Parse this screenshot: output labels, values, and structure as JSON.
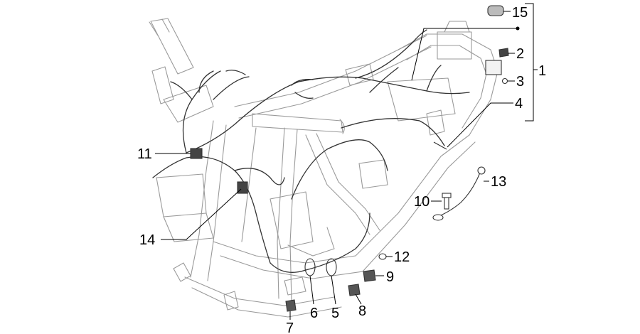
{
  "callouts": [
    {
      "id": "c1",
      "text": "1"
    },
    {
      "id": "c2",
      "text": "2"
    },
    {
      "id": "c3",
      "text": "3"
    },
    {
      "id": "c4",
      "text": "4"
    },
    {
      "id": "c5",
      "text": "5"
    },
    {
      "id": "c6",
      "text": "6"
    },
    {
      "id": "c7",
      "text": "7"
    },
    {
      "id": "c8",
      "text": "8"
    },
    {
      "id": "c9",
      "text": "9"
    },
    {
      "id": "c10",
      "text": "10"
    },
    {
      "id": "c11",
      "text": "11"
    },
    {
      "id": "c12",
      "text": "12"
    },
    {
      "id": "c13",
      "text": "13"
    },
    {
      "id": "c14",
      "text": "14"
    },
    {
      "id": "c15",
      "text": "15"
    }
  ],
  "colors": {
    "line": "#000000",
    "frame": "#9a9a9a",
    "harness": "#333333",
    "background": "#ffffff"
  }
}
